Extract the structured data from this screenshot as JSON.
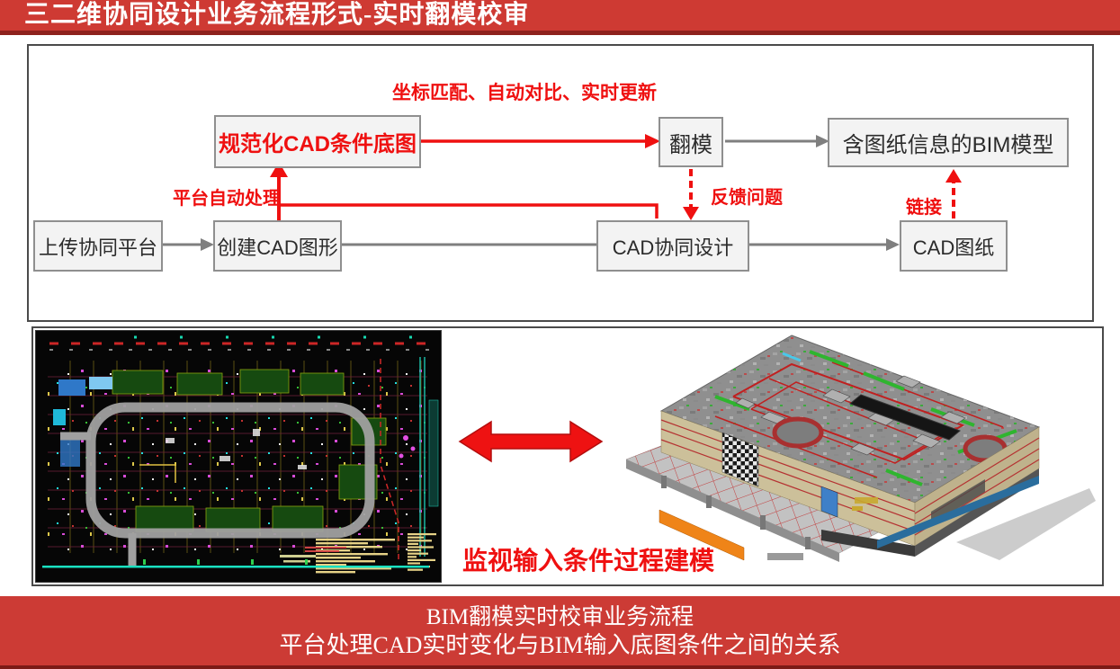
{
  "header": {
    "title": "三二维协同设计业务流程形式-实时翻模校审"
  },
  "flowchart": {
    "annotation_top": "坐标匹配、自动对比、实时更新",
    "nodes": {
      "standardized_cad_base": "规范化CAD条件底图",
      "model_translation": "翻模",
      "bim_model_with_drawing_info": "含图纸信息的BIM模型",
      "upload_collab_platform": "上传协同平台",
      "create_cad_drawing": "创建CAD图形",
      "cad_collab_design": "CAD协同设计",
      "cad_sheet": "CAD图纸"
    },
    "edge_labels": {
      "platform_auto_process": "平台自动处理",
      "feedback_issues": "反馈问题",
      "link": "链接"
    }
  },
  "comparison": {
    "caption": "监视输入条件过程建模",
    "left_image": "cad-site-plan-drawing",
    "right_image": "bim-3d-building-model"
  },
  "footer": {
    "line1": "BIM翻模实时校审业务流程",
    "line2": "平台处理CAD实时变化与BIM输入底图条件之间的关系"
  },
  "colors": {
    "banner_red": "#ce3a33",
    "banner_underline": "#8e221d",
    "footer_red": "#cc3b35",
    "footer_underline": "#7c1b17",
    "accent_red": "#ef1010",
    "arrow_gray": "#7f7f7f",
    "panel_border": "#4a4a4a",
    "node_fill": "#f3f3f3",
    "node_border": "#8f8f8f",
    "node_text": "#2b2b2b"
  }
}
